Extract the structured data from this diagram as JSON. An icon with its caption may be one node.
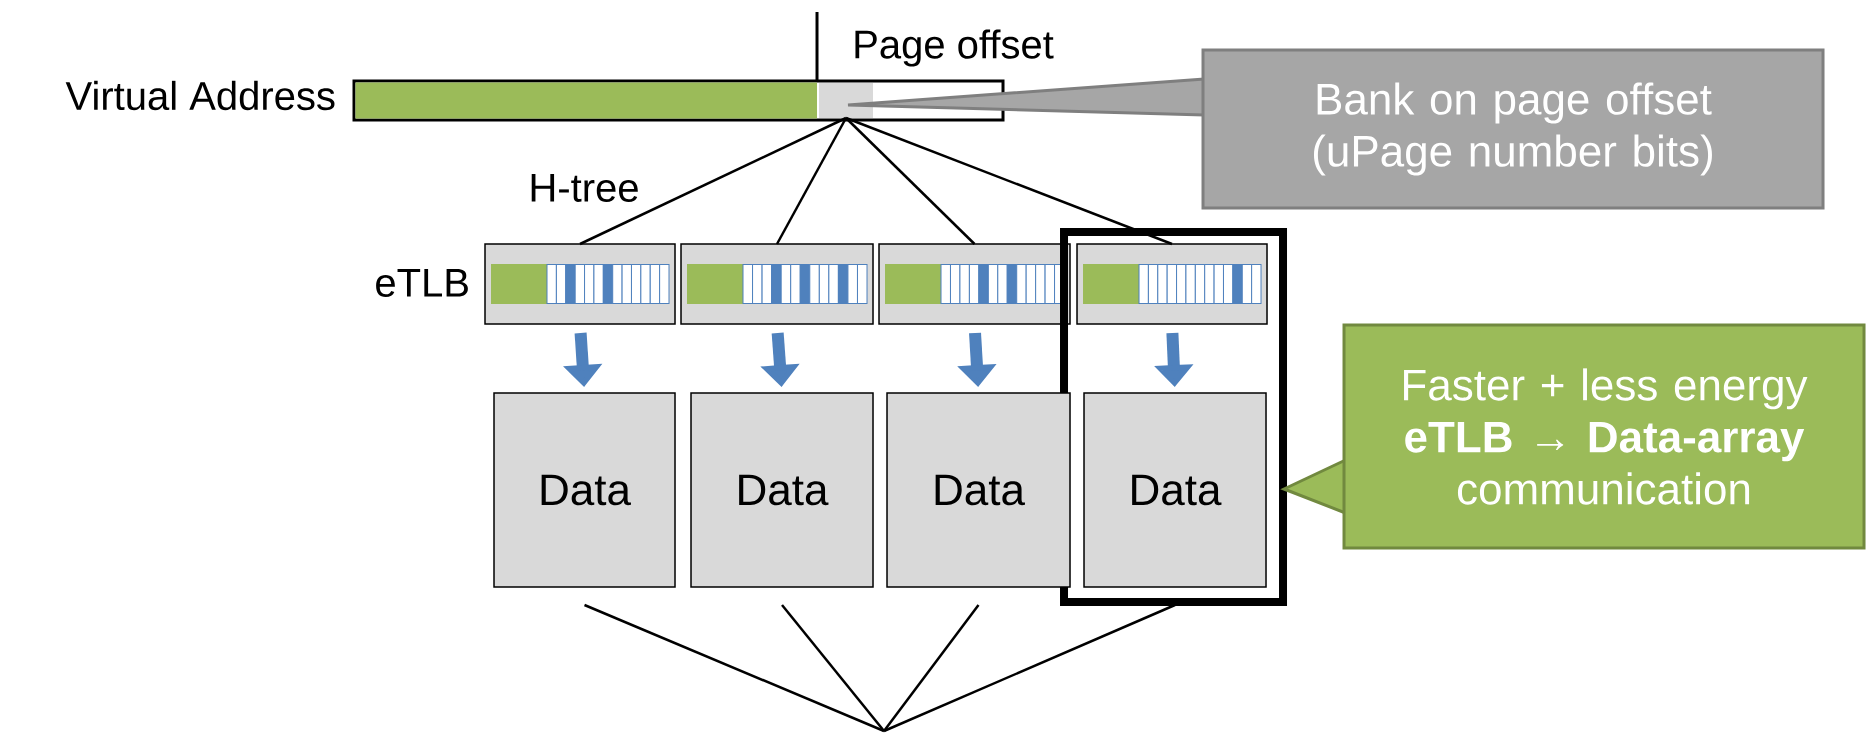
{
  "diagram": {
    "nodes": [
      {
        "text": [],
        "shape": "bar",
        "beside": [
          "Virtual Address"
        ]
      },
      {
        "text": [],
        "shape": "box",
        "in": 0
      },
      {
        "text": [
          "Bank on page offset (uPage number bits)"
        ]
      },
      {
        "text": [],
        "shape": "box"
      },
      {
        "text": [],
        "shape": "box"
      },
      {
        "text": [],
        "shape": "box"
      },
      {
        "text": [],
        "shape": "box"
      },
      {
        "text": [],
        "shape": "box",
        "in": 6
      },
      {
        "text": [
          "Data"
        ]
      },
      {
        "text": [
          "Data"
        ]
      },
      {
        "text": [
          "Data"
        ]
      },
      {
        "text": [
          "Data"
        ],
        "in": 6
      },
      {
        "text": [
          "Faster + less energy **eTLB → Data-array** communication"
        ]
      }
    ],
    "edges": [
      {
        "from": 1,
        "to": 3,
        "arrow": "none"
      },
      {
        "from": 1,
        "to": 4,
        "arrow": "none"
      },
      {
        "from": 1,
        "to": 5,
        "arrow": "none"
      },
      {
        "from": 1,
        "to": 7,
        "arrow": "none"
      },
      {
        "from": 3,
        "to": 8,
        "arrow": "to",
        "style": "thick",
        "color": "#4f81bd"
      },
      {
        "from": 4,
        "to": 9,
        "arrow": "to",
        "style": "thick",
        "color": "#4f81bd"
      },
      {
        "from": 5,
        "to": 10,
        "arrow": "to",
        "style": "thick",
        "color": "#4f81bd"
      },
      {
        "from": 7,
        "to": 11,
        "arrow": "to",
        "style": "thick",
        "color": "#4f81bd"
      },
      {
        "from": 8,
        "to": null,
        "arrow": "none"
      },
      {
        "from": 9,
        "to": null,
        "arrow": "none"
      },
      {
        "from": 10,
        "to": null,
        "arrow": "none"
      },
      {
        "from": 11,
        "to": null,
        "arrow": "none"
      }
    ],
    "labels": [
      "Page offset",
      "H-tree",
      "eTLB"
    ]
  }
}
